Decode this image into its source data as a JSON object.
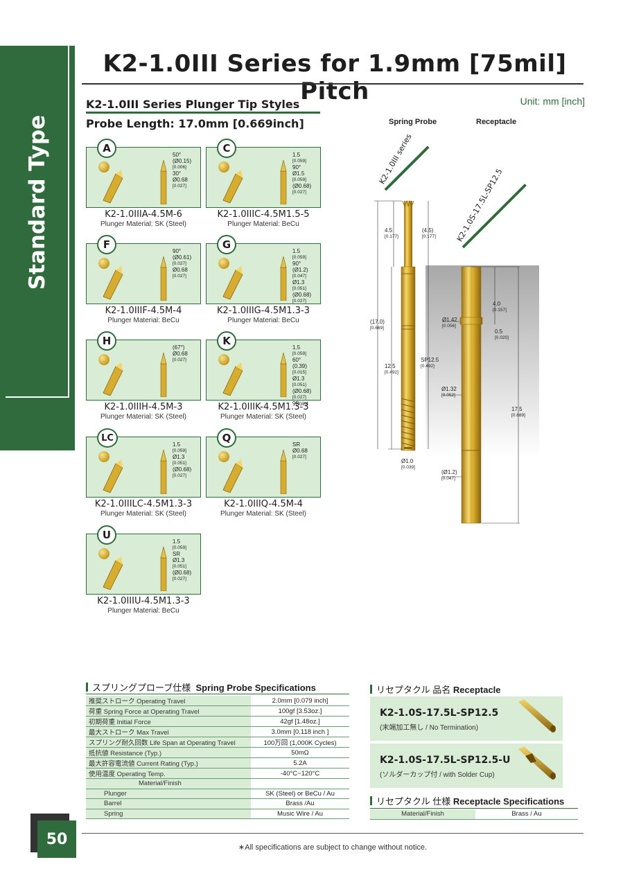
{
  "side_tab": "Standard Type",
  "title": "K2-1.0III Series for 1.9mm [75mil] Pitch",
  "unit": "Unit: mm [inch]",
  "section": {
    "heading": "K2-1.0III Series Plunger Tip Styles",
    "probe_length": "Probe Length: 17.0mm [0.669inch]"
  },
  "tips": [
    {
      "letter": "A",
      "name": "K2-1.0IIIA-4.5M-6",
      "material": "Plunger Material:  SK (Steel)",
      "dims": [
        "50°",
        "(Ø0.15)",
        "[0.006]",
        "30°",
        "Ø0.68",
        "[0.027]"
      ]
    },
    {
      "letter": "C",
      "name": "K2-1.0IIIC-4.5M1.5-5",
      "material": "Plunger Material:  BeCu",
      "dims": [
        "1.5",
        "[0.059]",
        "90°",
        "Ø1.5",
        "[0.059]",
        "(Ø0.68)",
        "[0.027]"
      ]
    },
    {
      "letter": "F",
      "name": "K2-1.0IIIF-4.5M-4",
      "material": "Plunger Material:  BeCu",
      "dims": [
        "90°",
        "(Ø0.61)",
        "[0.027]",
        "Ø0.68",
        "[0.027]"
      ]
    },
    {
      "letter": "G",
      "name": "K2-1.0IIIG-4.5M1.3-3",
      "material": "Plunger Material:  BeCu",
      "dims": [
        "1.5",
        "[0.059]",
        "90°",
        "(Ø1.2)",
        "[0.047]",
        "Ø1.3",
        "[0.051]",
        "(Ø0.68)",
        "[0.027]"
      ]
    },
    {
      "letter": "H",
      "name": "K2-1.0IIIH-4.5M-3",
      "material": "Plunger Material:  SK (Steel)",
      "dims": [
        "(67°)",
        "Ø0.68",
        "[0.027]"
      ]
    },
    {
      "letter": "K",
      "name": "K2-1.0IIIK-4.5M1.3-3",
      "material": "Plunger Material:  SK (Steel)",
      "dims": [
        "1.5",
        "[0.059]",
        "60°",
        "(0.39)",
        "[0.015]",
        "Ø1.3",
        "[0.051]",
        "(Ø0.68)",
        "[0.027]",
        "9Point"
      ]
    },
    {
      "letter": "LC",
      "name": "K2-1.0IIILC-4.5M1.3-3",
      "material": "Plunger Material:  SK (Steel)",
      "dims": [
        "1.5",
        "[0.059]",
        "Ø1.3",
        "[0.051]",
        "(Ø0.68)",
        "[0.027]"
      ]
    },
    {
      "letter": "Q",
      "name": "K2-1.0IIIQ-4.5M-4",
      "material": "Plunger Material:  SK (Steel)",
      "dims": [
        "SR",
        "Ø0.68",
        "[0.027]"
      ]
    },
    {
      "letter": "U",
      "name": "K2-1.0IIIU-4.5M1.3-3",
      "material": "Plunger Material:  BeCu",
      "dims": [
        "1.5",
        "[0.059]",
        "SR",
        "Ø1.3",
        "[0.051]",
        "(Ø0.68)",
        "[0.027]"
      ]
    }
  ],
  "diagram": {
    "spring_probe": "Spring Probe",
    "receptacle": "Receptacle",
    "probe_series": "K2-1.0III series",
    "receptacle_series": "K2-1.0S-17.5L-SP12.5",
    "dims": {
      "d45": "4.5",
      "d45b": "[0.177]",
      "d45p": "(4.5)",
      "d45pb": "[0.177]",
      "d170": "(17.0)",
      "d170b": "[0.669]",
      "d125": "12.5",
      "d125b": "[0.492]",
      "d10": "Ø1.0",
      "d10b": "[0.039]",
      "d142": "Ø1.42",
      "d142b": "[0.056]",
      "d40": "4.0",
      "d40b": "[0.157]",
      "d05": "0.5",
      "d05b": "[0.020]",
      "sp": "SP12.5",
      "spb": "[0.492]",
      "d132": "Ø1.32",
      "d132b": "[0.052]",
      "d175": "17.5",
      "d175b": "[0.689]",
      "d12": "(Ø1.2)",
      "d12b": "[0.047]"
    }
  },
  "spring_spec": {
    "title_jp": "スプリングプローブ仕様",
    "title_en": "Spring Probe Specifications",
    "rows": [
      {
        "k": "推奨ストローク Operating Travel",
        "v": "2.0mm [0.079 inch]"
      },
      {
        "k": "荷重 Spring Force at Operating Travel",
        "v": "100gf [3.53oz.]"
      },
      {
        "k": "初期荷重 Initial Force",
        "v": "42gf [1.48oz.]"
      },
      {
        "k": "最大ストローク Max Travel",
        "v": "3.0mm [0.118 inch ]"
      },
      {
        "k": "スプリング耐久回数 Life Span at Operating Travel",
        "v": "100万回 (1,000K Cycles)"
      },
      {
        "k": "抵抗値 Resistance (Typ.)",
        "v": "50mΩ"
      },
      {
        "k": "最大許容電流値 Current Rating (Typ.)",
        "v": "5.2A"
      },
      {
        "k": "使用温度 Operating Temp.",
        "v": "-40°C~120°C"
      }
    ],
    "material_header": "Material/Finish",
    "materials": [
      {
        "k": "Plunger",
        "v": "SK (Steel) or BeCu / Au"
      },
      {
        "k": "Barrel",
        "v": "Brass /Au"
      },
      {
        "k": "Spring",
        "v": "Music Wire / Au"
      }
    ]
  },
  "receptacle_name": {
    "title_jp": "リセプタクル 品名",
    "title_en": "Receptacle",
    "items": [
      {
        "name": "K2-1.0S-17.5L-SP12.5",
        "sub": "(末端加工無し / No Termination)"
      },
      {
        "name": "K2-1.0S-17.5L-SP12.5-U",
        "sub": "(ソルダーカップ付 / with Solder Cup)"
      }
    ]
  },
  "receptacle_spec": {
    "title_jp": "リセプタクル 仕様",
    "title_en": "Receptacle Specifications",
    "k": "Material/Finish",
    "v": "Brass / Au"
  },
  "note": "∗All specifications are subject to change without notice.",
  "page": "50",
  "colors": {
    "brand_green": "#2f6b3c",
    "card_fill": "#d9ecd5",
    "gold": "#d6ad2e"
  }
}
